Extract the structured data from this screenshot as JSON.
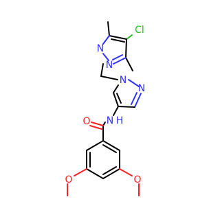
{
  "molecule": {
    "atoms": {
      "cl": "Cl",
      "n_pz1_a": "N",
      "n_pz1_b": "N",
      "n_pz2_a": "N",
      "n_pz2_b": "N",
      "n_amide": "N",
      "h_amide": "H",
      "o_carbonyl": "O",
      "o_methoxy_left": "O",
      "o_methoxy_right": "O"
    },
    "colors": {
      "carbon_bond": "#000000",
      "nitrogen": "#3030ff",
      "oxygen": "#ff2020",
      "chlorine": "#1fbf1f",
      "background": "#ffffff"
    }
  }
}
